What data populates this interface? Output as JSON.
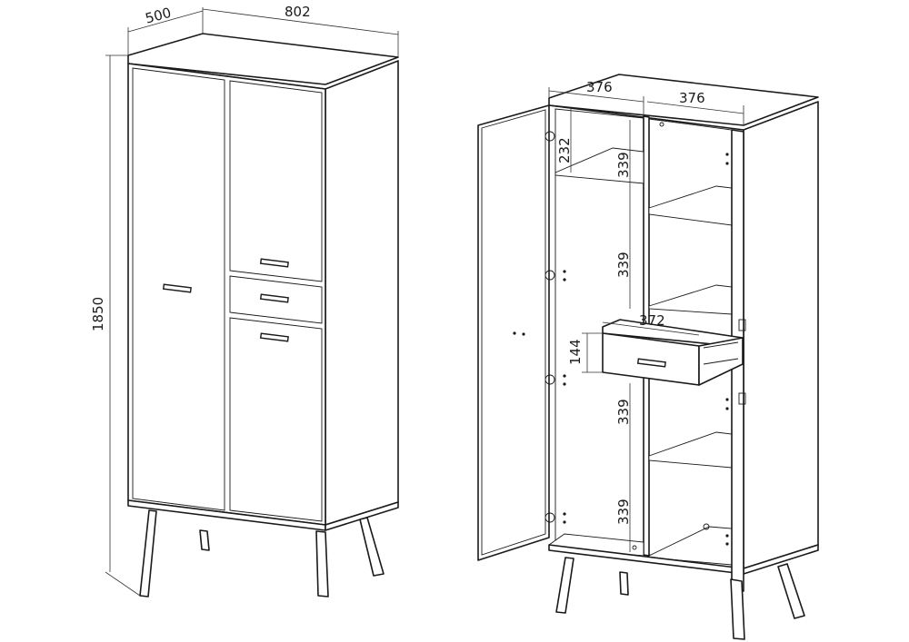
{
  "left_view": {
    "dims": {
      "depth": "500",
      "width": "802",
      "height": "1850"
    }
  },
  "right_view": {
    "dims": {
      "left_width": "376",
      "right_width": "376",
      "top_gap": "232",
      "shelf_1": "339",
      "shelf_2": "339",
      "drawer_width": "372",
      "drawer_height": "144",
      "shelf_3": "339",
      "shelf_4": "339"
    }
  }
}
